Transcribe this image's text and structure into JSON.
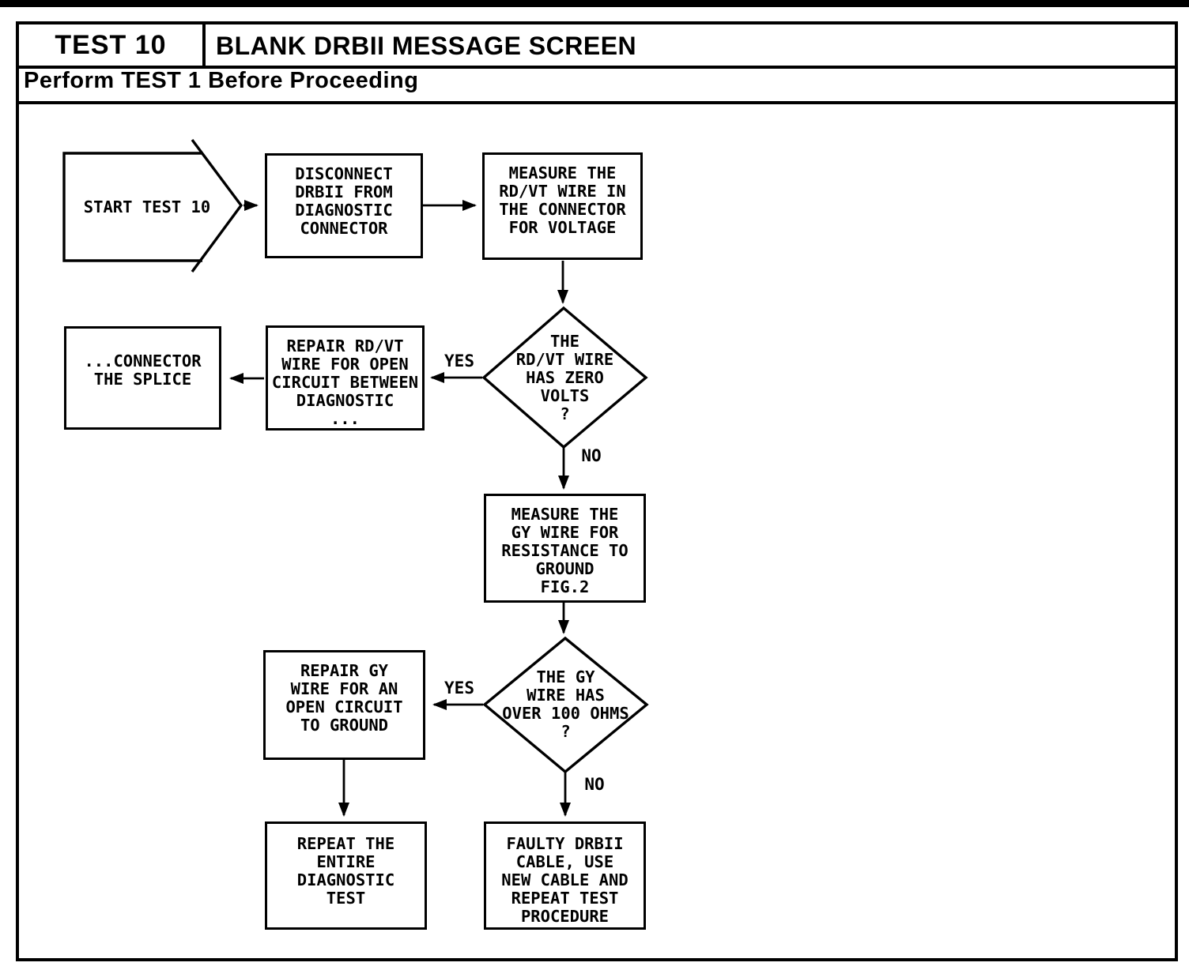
{
  "header": {
    "test_label": "TEST 10",
    "title": "BLANK DRBII MESSAGE SCREEN",
    "subtitle": "Perform TEST 1 Before Proceeding"
  },
  "flowchart": {
    "nodes": {
      "start": {
        "shape": "start-arrow",
        "text": "START TEST 10"
      },
      "disconnect_drbii": {
        "shape": "process",
        "text": "DISCONNECT\nDRBII FROM\nDIAGNOSTIC\nCONNECTOR"
      },
      "measure_rdvt_voltage": {
        "shape": "process",
        "text": "MEASURE THE\nRD/VT WIRE IN\nTHE CONNECTOR\nFOR VOLTAGE"
      },
      "rdvt_zero_volts": {
        "shape": "decision",
        "text": "THE\nRD/VT WIRE\nHAS ZERO\nVOLTS\n?"
      },
      "repair_rdvt_wire": {
        "shape": "process",
        "text": "REPAIR RD/VT\nWIRE FOR OPEN\nCIRCUIT BETWEEN\nDIAGNOSTIC\n..."
      },
      "connector_splice": {
        "shape": "process",
        "text": "...CONNECTOR\nTHE SPLICE"
      },
      "measure_gy_resistance": {
        "shape": "process",
        "text": "MEASURE THE\nGY WIRE FOR\nRESISTANCE TO\nGROUND\nFIG.2"
      },
      "gy_over_100_ohms": {
        "shape": "decision",
        "text": "THE GY\nWIRE HAS\nOVER 100 OHMS\n?"
      },
      "repair_gy_wire": {
        "shape": "process",
        "text": "REPAIR GY\nWIRE FOR AN\nOPEN CIRCUIT\nTO GROUND"
      },
      "repeat_diagnostic_test": {
        "shape": "process",
        "text": "REPEAT THE\nENTIRE\nDIAGNOSTIC\nTEST"
      },
      "faulty_drbii_cable": {
        "shape": "process",
        "text": "FAULTY DRBII\nCABLE, USE\nNEW CABLE AND\nREPEAT TEST\nPROCEDURE"
      }
    },
    "edges": [
      {
        "from": "start",
        "to": "disconnect_drbii",
        "label": ""
      },
      {
        "from": "disconnect_drbii",
        "to": "measure_rdvt_voltage",
        "label": ""
      },
      {
        "from": "measure_rdvt_voltage",
        "to": "rdvt_zero_volts",
        "label": ""
      },
      {
        "from": "rdvt_zero_volts",
        "to": "repair_rdvt_wire",
        "label": "YES"
      },
      {
        "from": "repair_rdvt_wire",
        "to": "connector_splice",
        "label": ""
      },
      {
        "from": "rdvt_zero_volts",
        "to": "measure_gy_resistance",
        "label": "NO"
      },
      {
        "from": "measure_gy_resistance",
        "to": "gy_over_100_ohms",
        "label": ""
      },
      {
        "from": "gy_over_100_ohms",
        "to": "repair_gy_wire",
        "label": "YES"
      },
      {
        "from": "repair_gy_wire",
        "to": "repeat_diagnostic_test",
        "label": ""
      },
      {
        "from": "gy_over_100_ohms",
        "to": "faulty_drbii_cable",
        "label": "NO"
      }
    ]
  },
  "colors": {
    "ink": "#000000",
    "paper": "#ffffff"
  }
}
